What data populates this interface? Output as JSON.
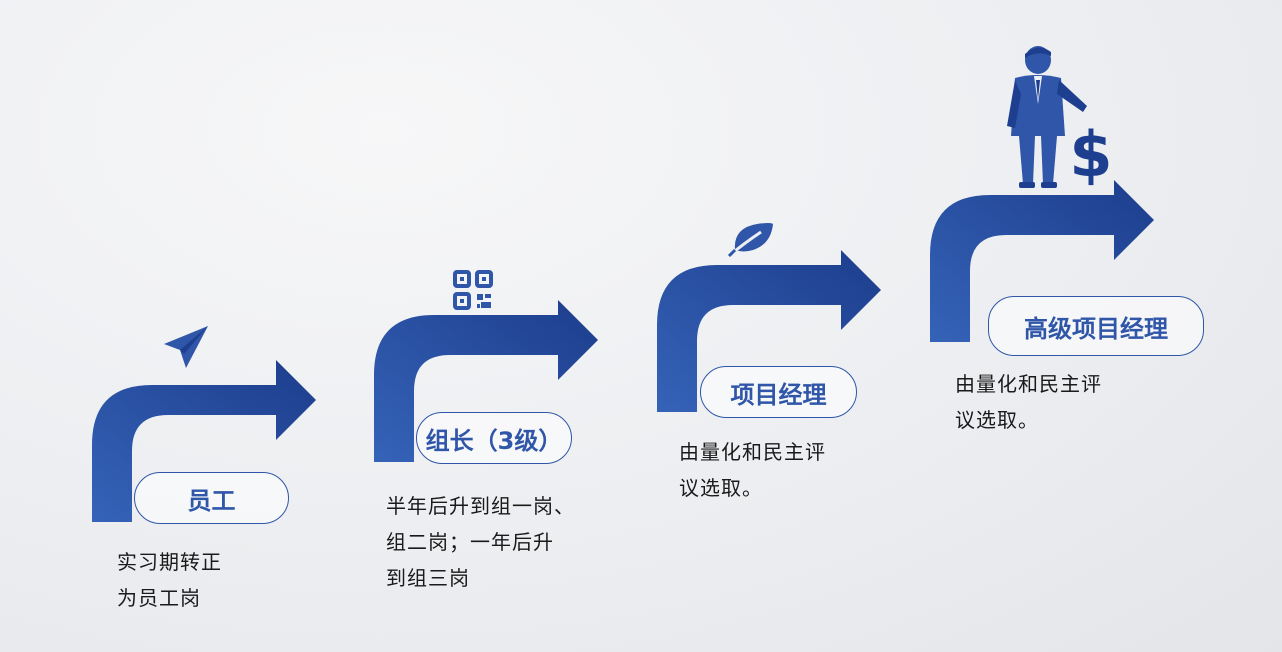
{
  "colors": {
    "primary": "#2f56a8",
    "primary_dark": "#1e3f8f",
    "text": "#1a1a1a"
  },
  "steps": [
    {
      "label": "员工",
      "desc_lines": [
        "实习期转正",
        "为员工岗"
      ],
      "icon": "paper-plane-icon"
    },
    {
      "label": "组长（3级）",
      "desc_lines": [
        "半年后升到组一岗、",
        "组二岗；一年后升",
        "到组三岗"
      ],
      "icon": "qr-code-icon"
    },
    {
      "label": "项目经理",
      "desc_lines": [
        "由量化和民主评",
        "议选取。"
      ],
      "icon": "leaf-icon"
    },
    {
      "label": "高级项目经理",
      "desc_lines": [
        "由量化和民主评",
        "议选取。"
      ],
      "icon": "businessman-money-bag-icon"
    }
  ]
}
